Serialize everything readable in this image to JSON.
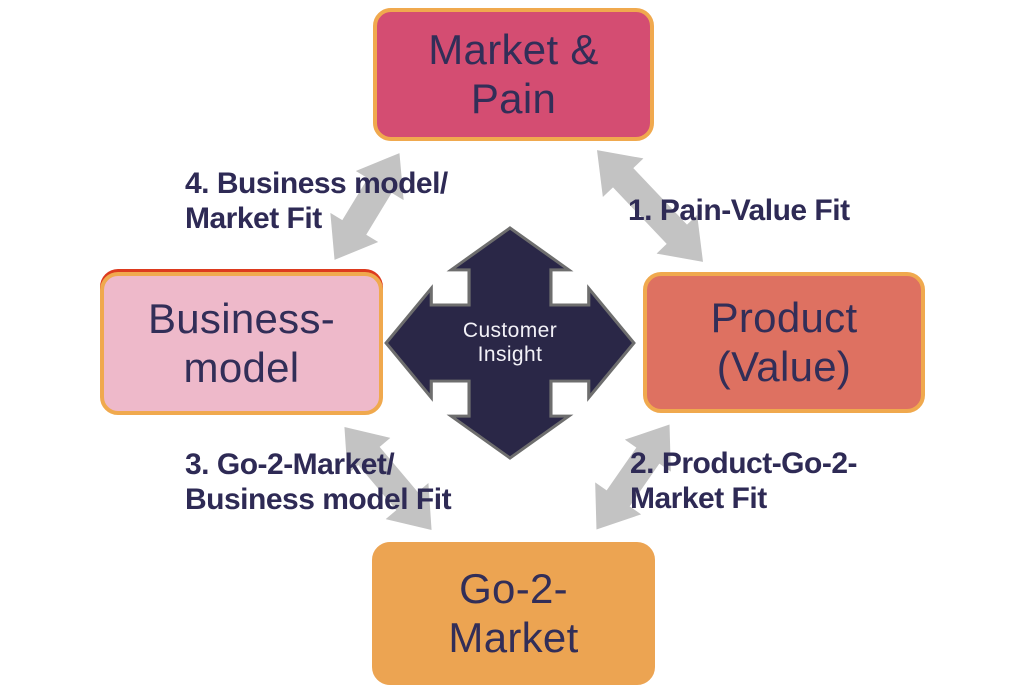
{
  "title": "Customer Insight fit cycle diagram",
  "colors": {
    "market_fill": "#d44d72",
    "product_fill": "#de7161",
    "business_fill": "#eeb9ca",
    "go2market_fill": "#eca452",
    "box_border": "#f0a94e",
    "business_top_accent": "#dd3a1e",
    "center_fill": "#2a2747",
    "center_stroke": "#6e6e6e",
    "arrow_gray": "#c3c3c3",
    "box_text_navy": "#322e58",
    "label_navy": "#2e2a55",
    "center_text": "#f2f1f7"
  },
  "boxes": {
    "market_pain": {
      "line1": "Market &",
      "line2": "Pain"
    },
    "product": {
      "line1": "Product",
      "line2": "(Value)"
    },
    "business_model": {
      "line1": "Business-",
      "line2": "model"
    },
    "go2market": {
      "line1": "Go-2-",
      "line2": "Market"
    }
  },
  "center": {
    "line1": "Customer",
    "line2": "Insight"
  },
  "edge_labels": {
    "fit1": {
      "line1": "1. Pain-Value Fit"
    },
    "fit2": {
      "line1": "2. Product-Go-2-",
      "line2": "Market Fit"
    },
    "fit3": {
      "line1": "3. Go-2-Market/",
      "line2": "Business model Fit"
    },
    "fit4": {
      "line1": "4. Business model/",
      "line2": "Market Fit"
    }
  }
}
